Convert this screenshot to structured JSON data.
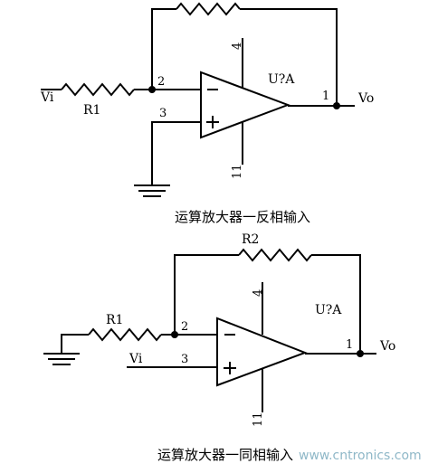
{
  "circuit1": {
    "vin_label": "Vi",
    "resistor_label": "R1",
    "pin_inverting": "2",
    "pin_noninverting": "3",
    "pin_output": "1",
    "pin_power": "4",
    "pin_power_low": "11",
    "opamp_label": "U?A",
    "vout_label": "Vo",
    "caption": "运算放大器一反相输入"
  },
  "circuit2": {
    "feedback_resistor_label": "R2",
    "resistor_label": "R1",
    "vin_label": "Vi",
    "pin_inverting": "2",
    "pin_noninverting": "3",
    "pin_output": "1",
    "pin_power": "4",
    "pin_power_low": "11",
    "opamp_label": "U?A",
    "vout_label": "Vo",
    "caption": "运算放大器一同相输入"
  },
  "watermark": "www.cntronics.com"
}
